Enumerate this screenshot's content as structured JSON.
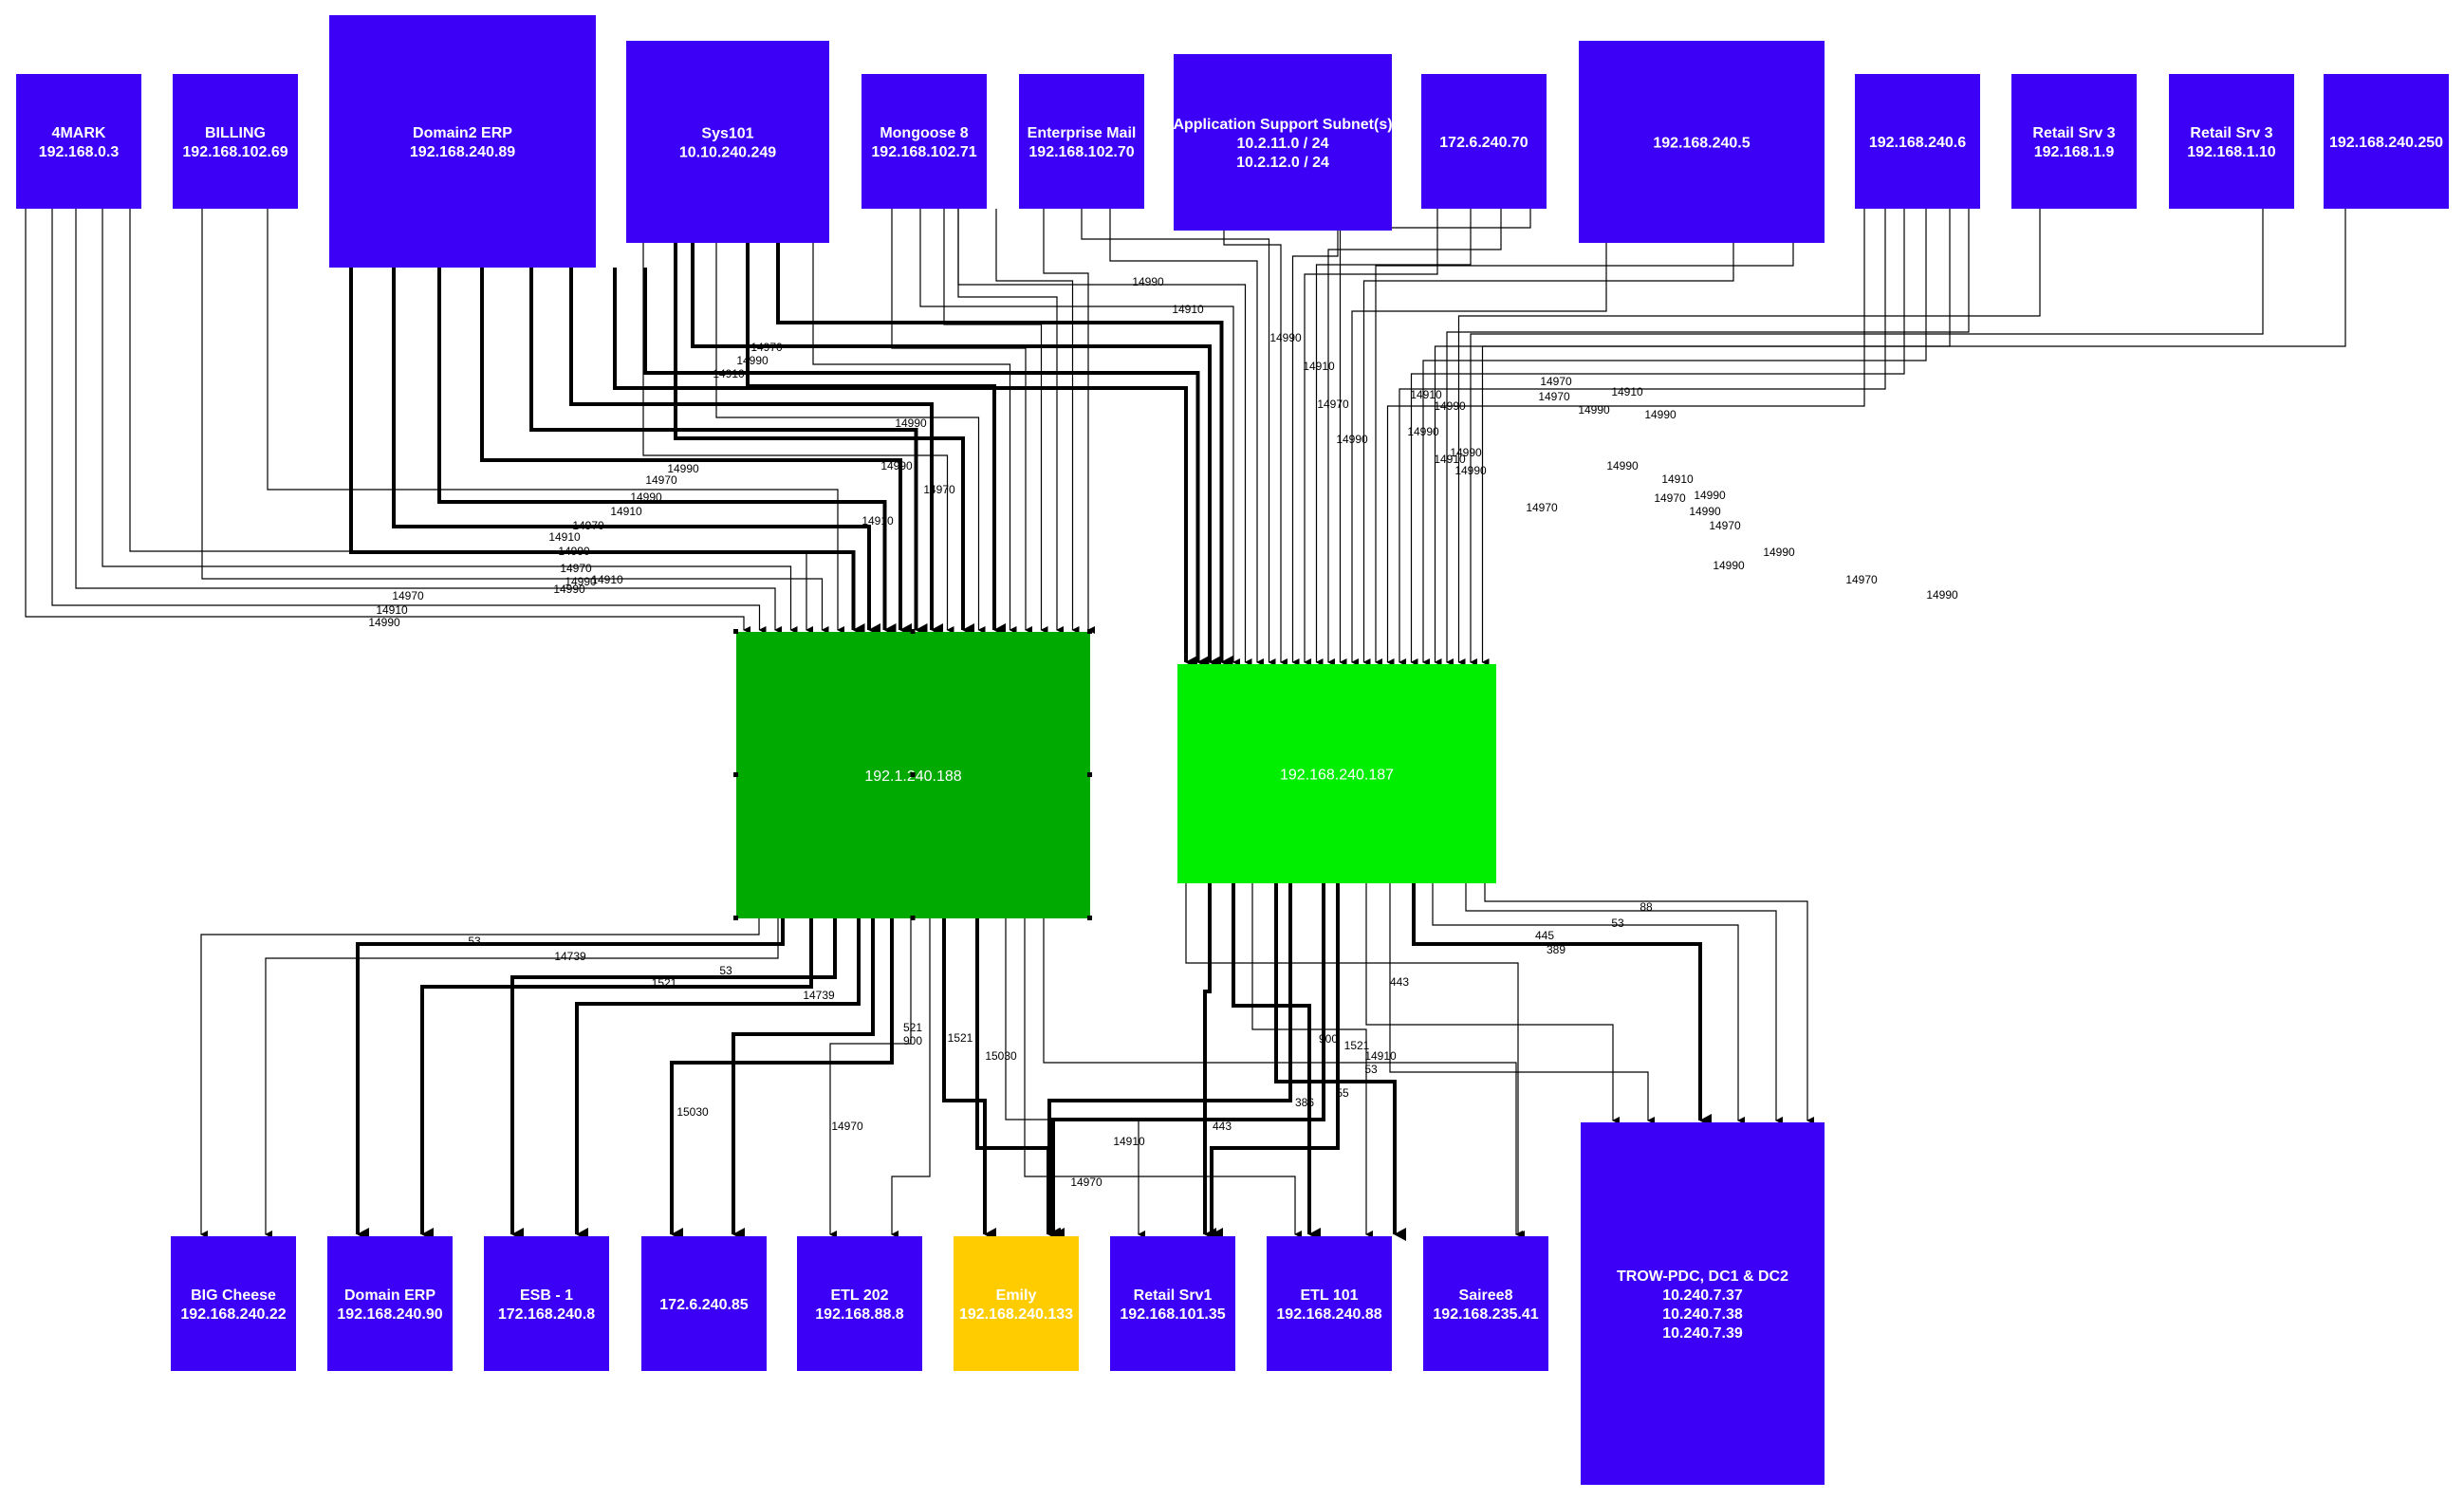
{
  "colors": {
    "node": "#3b00f5",
    "hub_left": "#00aa00",
    "hub_right": "#00ee00",
    "highlight": "#ffcc00",
    "edge": "#000000"
  },
  "hubs": {
    "left": {
      "label": "192.1.240.188"
    },
    "right": {
      "label": "192.168.240.187"
    }
  },
  "sources": [
    {
      "id": "4mark",
      "lines": [
        "4MARK",
        "192.168.0.3"
      ]
    },
    {
      "id": "billing",
      "lines": [
        "BILLING",
        "192.168.102.69"
      ]
    },
    {
      "id": "domain2-erp",
      "lines": [
        "Domain2 ERP",
        "192.168.240.89"
      ]
    },
    {
      "id": "sys101",
      "lines": [
        "Sys101",
        "10.10.240.249"
      ]
    },
    {
      "id": "mongoose",
      "lines": [
        "Mongoose 8",
        "192.168.102.71"
      ]
    },
    {
      "id": "enterprise-mail",
      "lines": [
        "Enterprise Mail",
        "192.168.102.70"
      ]
    },
    {
      "id": "app-support",
      "lines": [
        "Application Support Subnet(s)",
        "10.2.11.0 / 24",
        "10.2.12.0 / 24"
      ]
    },
    {
      "id": "n172-6-240-70",
      "lines": [
        "172.6.240.70"
      ]
    },
    {
      "id": "n192-168-240-5",
      "lines": [
        "192.168.240.5"
      ]
    },
    {
      "id": "n192-168-240-6",
      "lines": [
        "192.168.240.6"
      ]
    },
    {
      "id": "retail-srv3-a",
      "lines": [
        "Retail Srv 3",
        "192.168.1.9"
      ]
    },
    {
      "id": "retail-srv3-b",
      "lines": [
        "Retail Srv 3",
        "192.168.1.10"
      ]
    },
    {
      "id": "n192-168-240-250",
      "lines": [
        "192.168.240.250"
      ]
    }
  ],
  "targets": [
    {
      "id": "big-cheese",
      "lines": [
        "BIG Cheese",
        "192.168.240.22"
      ]
    },
    {
      "id": "domain-erp",
      "lines": [
        "Domain ERP",
        "192.168.240.90"
      ]
    },
    {
      "id": "esb-1",
      "lines": [
        "ESB - 1",
        "172.168.240.8"
      ]
    },
    {
      "id": "n172-6-240-85",
      "lines": [
        "172.6.240.85"
      ]
    },
    {
      "id": "etl-202",
      "lines": [
        "ETL 202",
        "192.168.88.8"
      ]
    },
    {
      "id": "emily",
      "lines": [
        "Emily",
        "192.168.240.133"
      ],
      "highlight": true
    },
    {
      "id": "retail-srv1",
      "lines": [
        "Retail Srv1",
        "192.168.101.35"
      ]
    },
    {
      "id": "etl-101",
      "lines": [
        "ETL 101",
        "192.168.240.88"
      ]
    },
    {
      "id": "sairee8",
      "lines": [
        "Sairee8",
        "192.168.235.41"
      ]
    },
    {
      "id": "trow-pdc",
      "lines": [
        "TROW-PDC, DC1 & DC2",
        "10.240.7.37",
        "10.240.7.38",
        "10.240.7.39"
      ]
    }
  ],
  "upper_edge_labels": [
    "14990",
    "14910",
    "14970",
    "14990",
    "14910",
    "14990",
    "14970",
    "14990",
    "14910",
    "14970",
    "14910",
    "14990",
    "14970",
    "14990",
    "14910",
    "14990",
    "14970",
    "14910",
    "14990",
    "14990",
    "14970",
    "14990",
    "14910",
    "14990",
    "14910",
    "14970",
    "14990",
    "14910",
    "14990",
    "14970",
    "14990",
    "14910",
    "14990",
    "14970",
    "14990",
    "14910",
    "14990",
    "14990",
    "14970",
    "14990",
    "14910",
    "14990",
    "14970",
    "14990",
    "14970",
    "14990",
    "14990",
    "14970",
    "14990"
  ],
  "lower_edge_labels": [
    "53",
    "14739",
    "1521",
    "53",
    "14739",
    "521",
    "900",
    "1521",
    "15030",
    "15030",
    "14970",
    "14910",
    "14970",
    "443",
    "386",
    "55",
    "1521",
    "900",
    "14910",
    "53",
    "443",
    "389",
    "445",
    "53",
    "88"
  ]
}
